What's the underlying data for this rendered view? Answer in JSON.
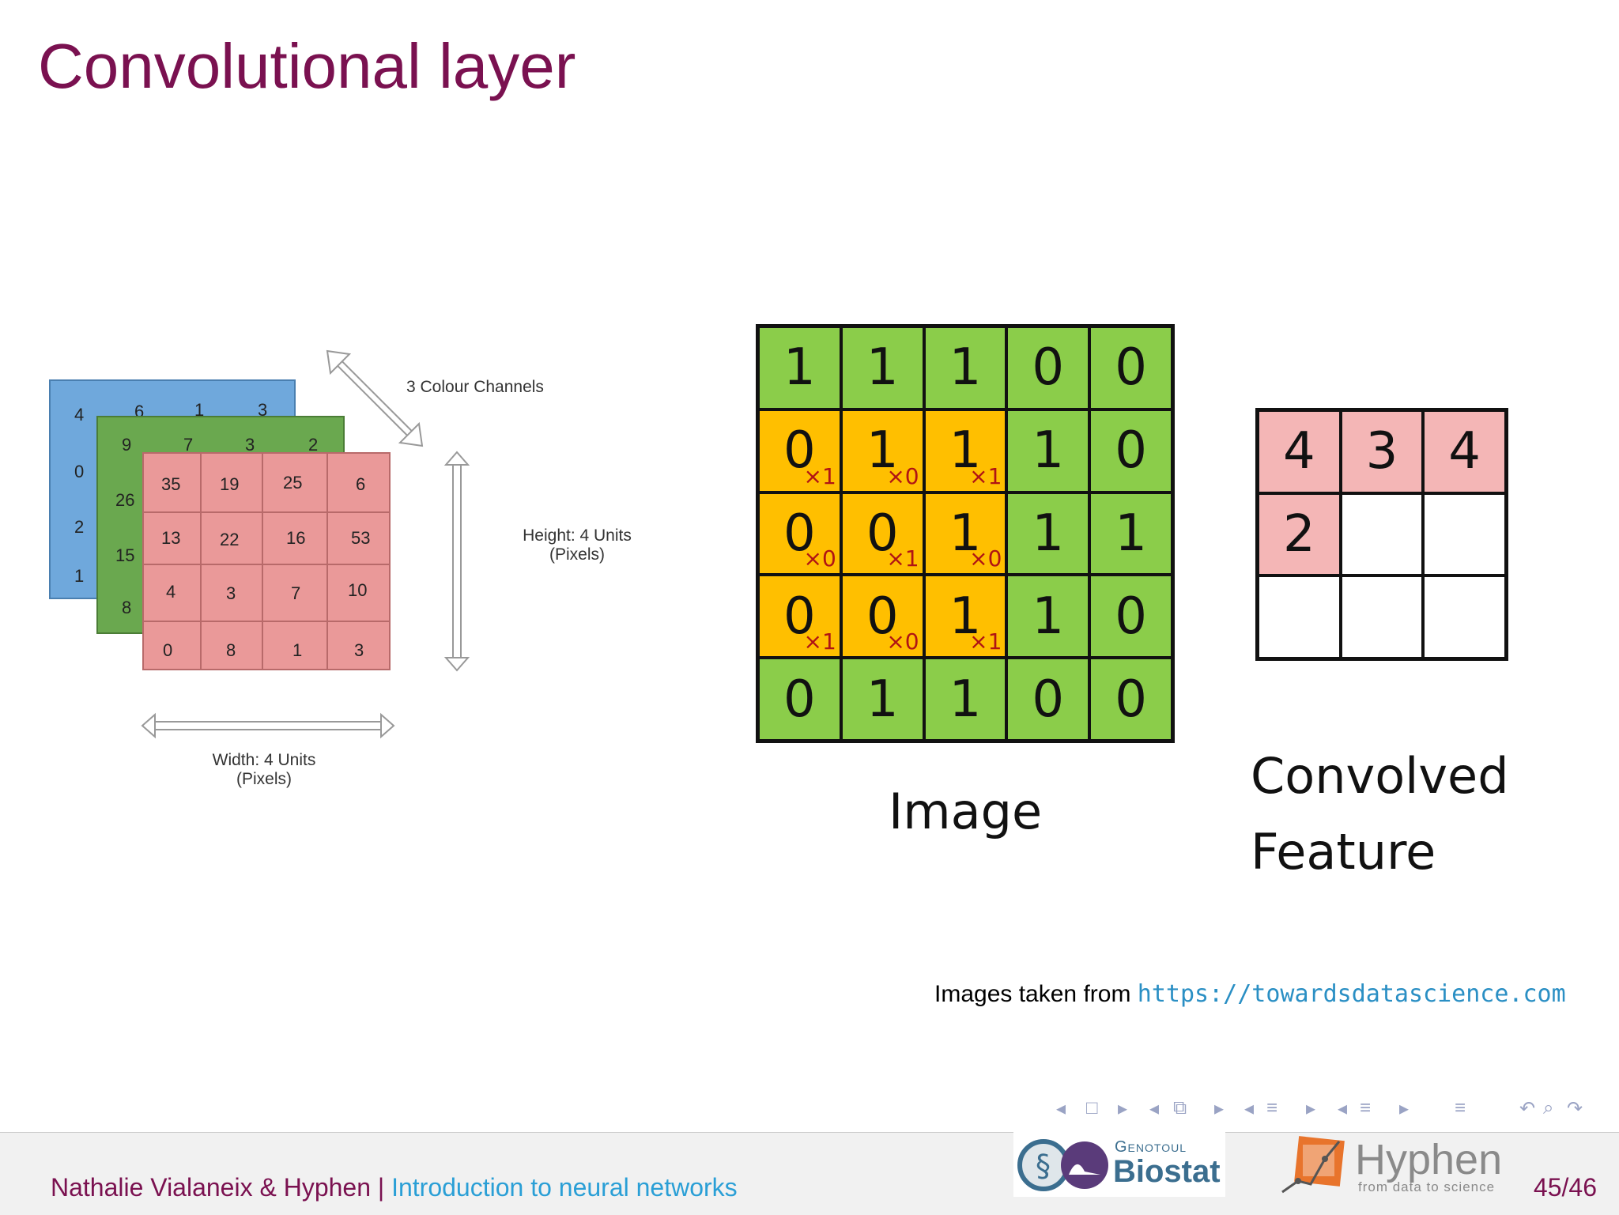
{
  "slide": {
    "title": "Convolutional layer"
  },
  "rgb_figure": {
    "blue_visible": [
      "4",
      "6",
      "1",
      "3",
      "0",
      "2",
      "1"
    ],
    "green_visible": [
      "9",
      "7",
      "3",
      "2",
      "26",
      "15",
      "8"
    ],
    "red_grid": [
      [
        "35",
        "19",
        "25",
        "6"
      ],
      [
        "13",
        "22",
        "16",
        "53"
      ],
      [
        "4",
        "3",
        "7",
        "10"
      ],
      [
        "0",
        "8",
        "1",
        "3"
      ]
    ],
    "channels_label": "3 Colour Channels",
    "height_label": "Height: 4 Units",
    "height_unit": "(Pixels)",
    "width_label": "Width: 4 Units",
    "width_unit": "(Pixels)",
    "colors": {
      "blue": "#6fa8dc",
      "green": "#6aa84f",
      "red": "#ea9999"
    }
  },
  "image_grid": {
    "values": [
      [
        "1",
        "1",
        "1",
        "0",
        "0"
      ],
      [
        "0",
        "1",
        "1",
        "1",
        "0"
      ],
      [
        "0",
        "0",
        "1",
        "1",
        "1"
      ],
      [
        "0",
        "0",
        "1",
        "1",
        "0"
      ],
      [
        "0",
        "1",
        "1",
        "0",
        "0"
      ]
    ],
    "kernel_weights": [
      [
        "×1",
        "×0",
        "×1"
      ],
      [
        "×0",
        "×1",
        "×0"
      ],
      [
        "×1",
        "×0",
        "×1"
      ]
    ],
    "caption": "Image",
    "colors": {
      "cell": "#8bcd4a",
      "kernel": "#ffbf00",
      "weight": "#b01414"
    }
  },
  "feature_grid": {
    "values": [
      [
        "4",
        "3",
        "4"
      ],
      [
        "2",
        "",
        ""
      ],
      [
        "",
        "",
        ""
      ]
    ],
    "caption_line1": "Convolved",
    "caption_line2": "Feature",
    "colors": {
      "filled": "#f4b6b6",
      "empty": "#ffffff"
    }
  },
  "credit": {
    "text": "Images taken from ",
    "url": "https://towardsdatascience.com"
  },
  "footer": {
    "authors": "Nathalie Vialaneix & Hyphen",
    "separator": " | ",
    "talk": "Introduction to neural networks",
    "page": "45/46",
    "logo1_top": "Genotoul",
    "logo1_bottom": "Biostat",
    "logo2_name": "Hyphen",
    "logo2_tagline": "from data to science"
  }
}
